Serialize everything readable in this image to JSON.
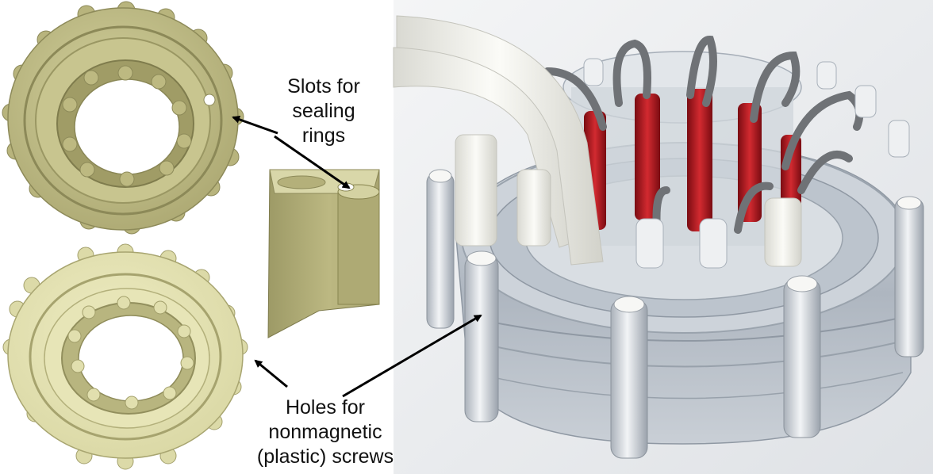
{
  "labels": {
    "slots": [
      "Slots for",
      "sealing",
      "rings"
    ],
    "holes": [
      "Holes for",
      "nonmagnetic",
      "(plastic) screws"
    ]
  },
  "colors": {
    "cad_part_dark": "#b7b37c",
    "cad_part_light": "#e4e2b2",
    "photo_background": "#e8eaec",
    "coil_wire": "#b5141c",
    "tube": "#f2f2ee",
    "arrow": "#000000"
  }
}
